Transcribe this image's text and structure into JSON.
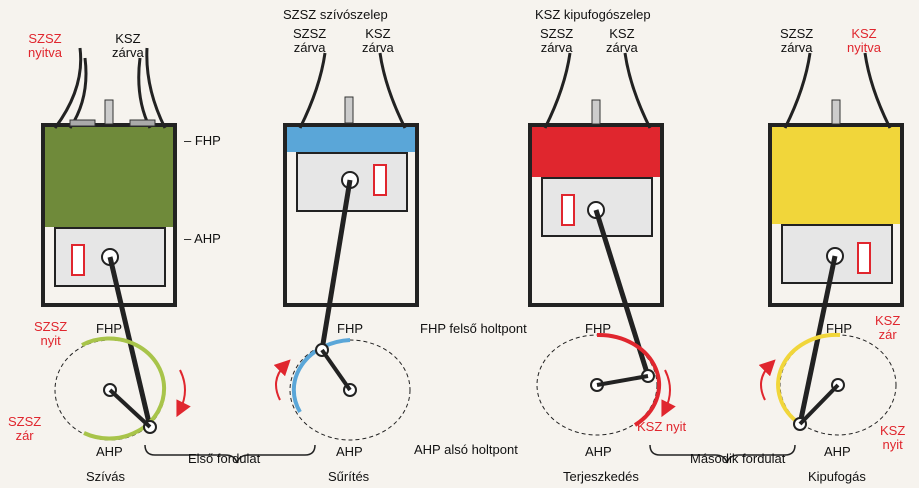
{
  "colors": {
    "intake": "#6f8a3a",
    "compression": "#5aa6d8",
    "combustion": "#e0262e",
    "exhaust": "#f1d63a",
    "piston": "#e6e6e6",
    "label_red": "#e0262e"
  },
  "top_titles": {
    "intake_valve": "SZSZ szívószelep",
    "exhaust_valve": "KSZ kipufogószelep"
  },
  "valve_labels": {
    "c1_left": "SZSZ\nnyitva",
    "c1_right": "KSZ\nzárva",
    "c2_left": "SZSZ\nzárva",
    "c2_right": "KSZ\nzárva",
    "c3_left": "SZSZ\nzárva",
    "c3_right": "KSZ\nzárva",
    "c4_left": "SZSZ\nzárva",
    "c4_right": "KSZ\nnyitva"
  },
  "markers": {
    "tdc": "– FHP",
    "bdc": "– AHP"
  },
  "crank_labels": {
    "fhp": "FHP",
    "ahp": "AHP",
    "szsz_nyit": "SZSZ\nnyit",
    "szsz_zar": "SZSZ\nzár",
    "ksz_zar": "KSZ\nzár",
    "ksz_nyit": "KSZ\nnyit",
    "ksz_nyit_inline": "KSZ  nyit"
  },
  "legend": {
    "fhp": "FHP felső holtpont",
    "ahp": "AHP alsó holtpont"
  },
  "strokes": {
    "intake": "Szívás",
    "compression": "Sűrítés",
    "expansion": "Terjeszkedés",
    "exhaust": "Kipufogás"
  },
  "revolutions": {
    "first": "Első fordulat",
    "second": "Második fordulat"
  }
}
